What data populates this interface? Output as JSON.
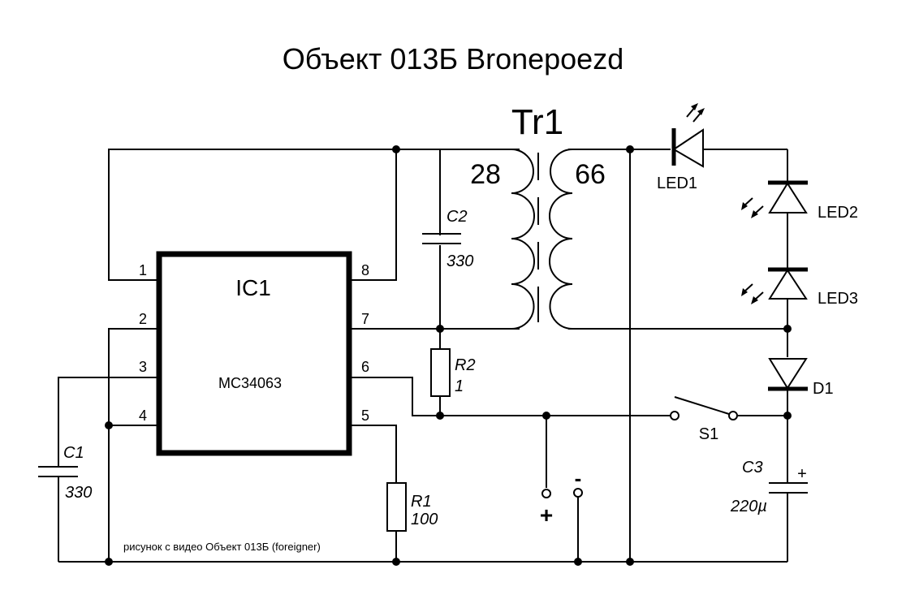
{
  "title": "Объект 013Б  Bronepoezd",
  "caption": "рисунок с видео Объект 013Б (foreigner)",
  "ic": {
    "ref": "IC1",
    "part": "MC34063",
    "pins": [
      "1",
      "2",
      "3",
      "4",
      "5",
      "6",
      "7",
      "8"
    ]
  },
  "transformer": {
    "ref": "Tr1",
    "primary_turns": "28",
    "secondary_turns": "66"
  },
  "components": {
    "c1": {
      "ref": "C1",
      "value": "330"
    },
    "c2": {
      "ref": "C2",
      "value": "330"
    },
    "c3": {
      "ref": "C3",
      "value": "220µ",
      "polarity": "+"
    },
    "r1": {
      "ref": "R1",
      "value": "100"
    },
    "r2": {
      "ref": "R2",
      "value": "1"
    },
    "led1": {
      "ref": "LED1"
    },
    "led2": {
      "ref": "LED2"
    },
    "led3": {
      "ref": "LED3"
    },
    "d1": {
      "ref": "D1"
    },
    "s1": {
      "ref": "S1"
    }
  },
  "supply": {
    "plus": "+",
    "minus": "-"
  }
}
